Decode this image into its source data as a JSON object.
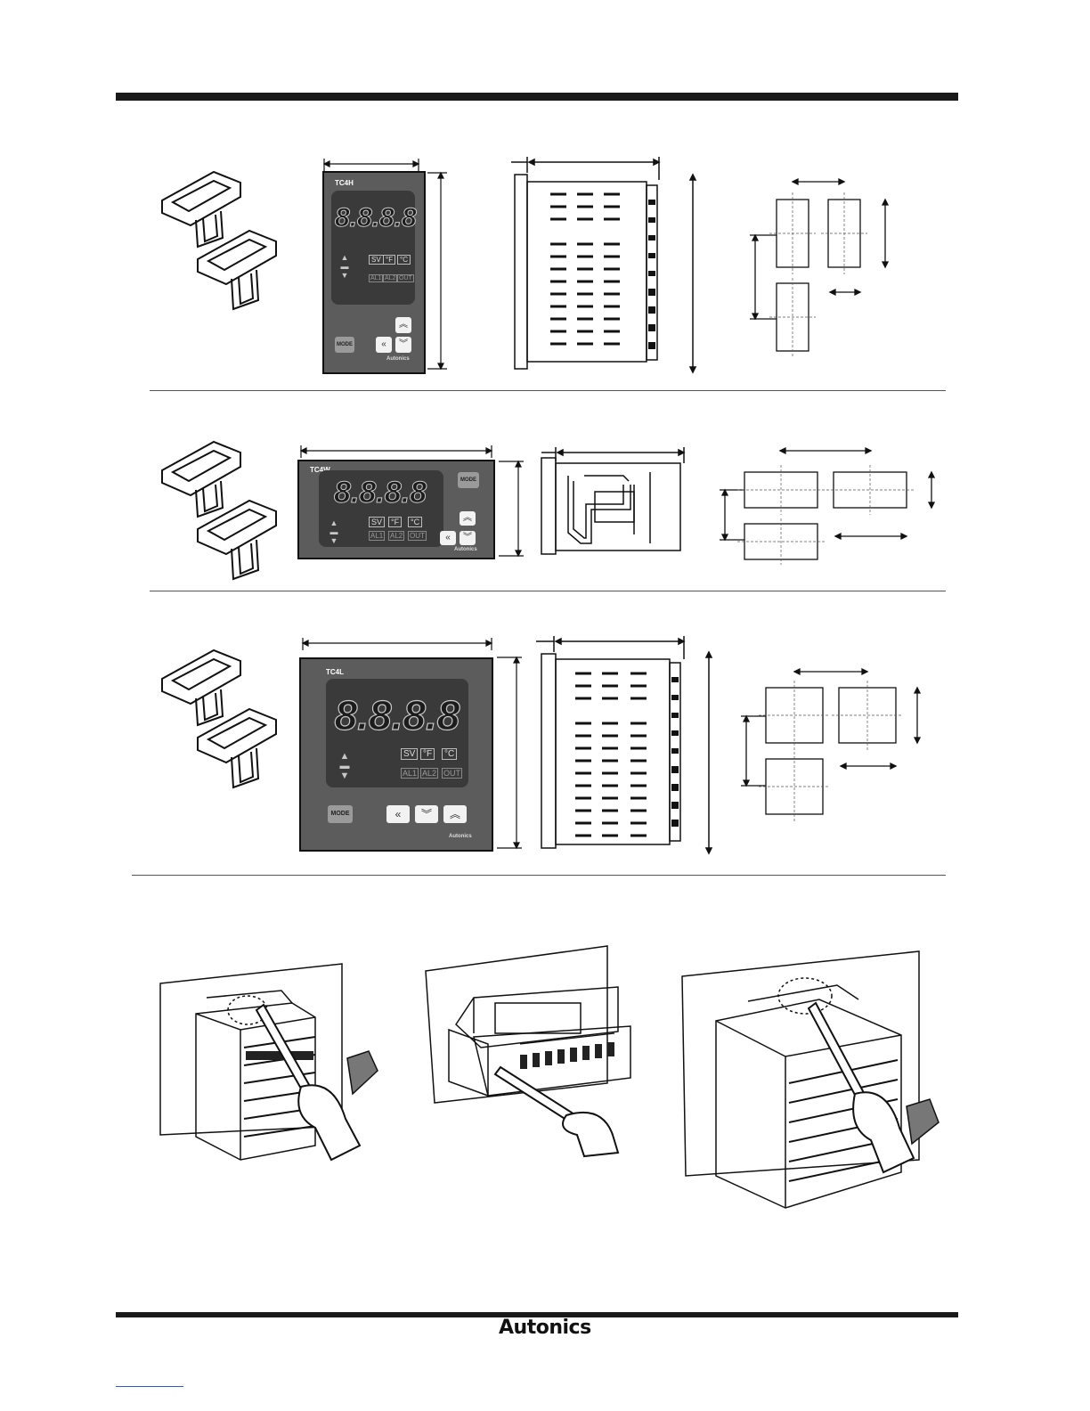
{
  "models": [
    {
      "name": "TC4H",
      "display": "8.8.8.8",
      "keys": {
        "mode": "MODE"
      },
      "indicators": [
        "SV",
        "°F",
        "°C",
        "AL1",
        "AL2",
        "OUT"
      ],
      "brand": "Autonics"
    },
    {
      "name": "TC4W",
      "display": "8.8.8.8",
      "keys": {
        "mode": "MODE"
      },
      "indicators": [
        "SV",
        "°F",
        "°C",
        "AL1",
        "AL2",
        "OUT"
      ],
      "brand": "Autonics"
    },
    {
      "name": "TC4L",
      "display": "8.8.8.8",
      "keys": {
        "mode": "MODE"
      },
      "indicators": [
        "SV",
        "°F",
        "°C",
        "AL1",
        "AL2",
        "OUT"
      ],
      "brand": "Autonics"
    }
  ],
  "footer": {
    "brand": "Autonics"
  },
  "colors": {
    "rule": "#1a1a1a",
    "front_panel": "#5c5c5c",
    "display": "#3a3a3a",
    "link": "#3355cc"
  }
}
